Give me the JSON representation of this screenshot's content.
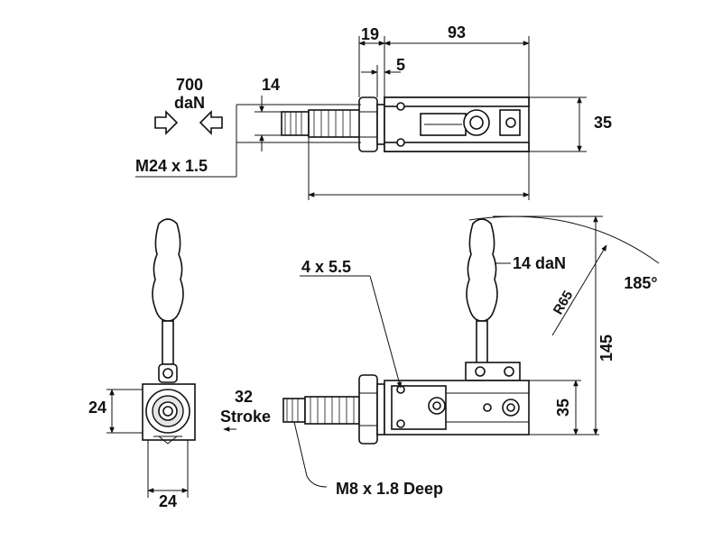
{
  "top_view": {
    "force_value": "700",
    "force_unit": "daN",
    "dim_19": "19",
    "dim_93": "93",
    "dim_5": "5",
    "dim_14": "14",
    "dim_35": "35",
    "thread_label": "M24 x 1.5"
  },
  "end_view": {
    "dim_24_height": "24",
    "dim_24_width": "24"
  },
  "side_view": {
    "stroke_value": "32",
    "stroke_label": "Stroke",
    "holes_label": "4 x 5.5",
    "handle_force": "14 daN",
    "radius_label": "R65",
    "angle_label": "185°",
    "dim_145": "145",
    "dim_35": "35",
    "tap_label": "M8 x 1.8 Deep"
  }
}
